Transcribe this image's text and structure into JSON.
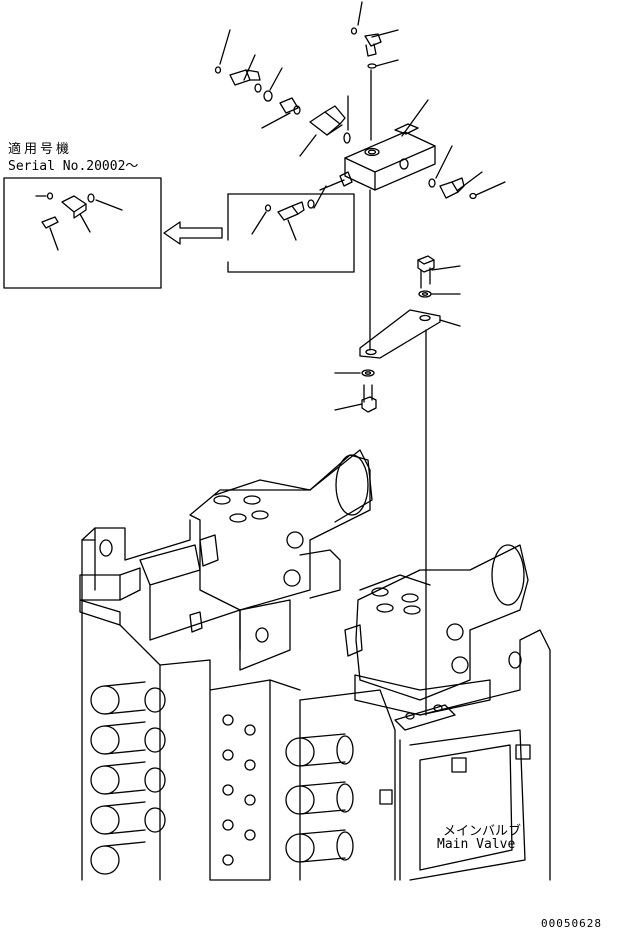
{
  "serial_note": {
    "jp": "適用号機",
    "en": "Serial No.20002～"
  },
  "main_valve": {
    "jp": "メインバルブ",
    "en": "Main Valve"
  },
  "drawing_number": "00050628",
  "colors": {
    "line": "#000000",
    "background": "#ffffff"
  }
}
